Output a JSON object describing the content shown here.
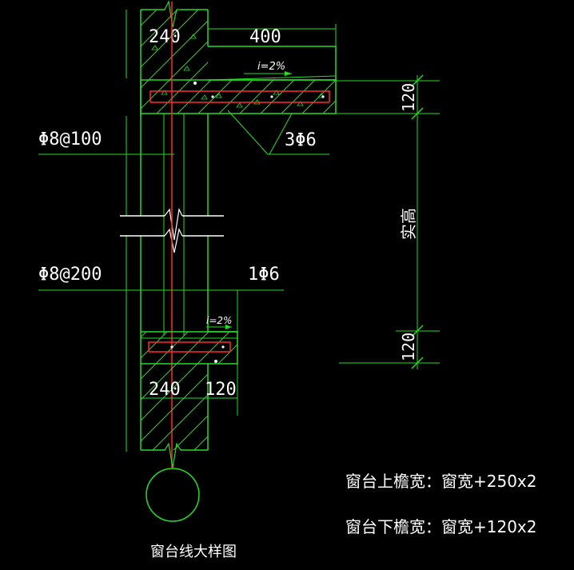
{
  "drawing": {
    "title": "窗台线大样图",
    "colors": {
      "background": "#000000",
      "outline": "#22dd22",
      "rebar": "#ff2a2a",
      "text": "#ffffff"
    }
  },
  "dimensions": {
    "wall_top": "240",
    "canopy_width": "400",
    "canopy_thickness": "120",
    "opening_height": "实高",
    "sill_thickness": "120",
    "wall_bottom": "240",
    "sill_projection": "120"
  },
  "rebar_labels": {
    "wall_upper": "Φ8@100",
    "canopy_bottom": "3Φ6",
    "wall_lower": "Φ8@200",
    "sill_top": "1Φ6"
  },
  "slopes": {
    "canopy": "i=2%",
    "sill": "i=2%"
  },
  "notes": [
    "窗台上檐宽：窗宽+250x2",
    "窗台下檐宽：窗宽+120x2"
  ]
}
